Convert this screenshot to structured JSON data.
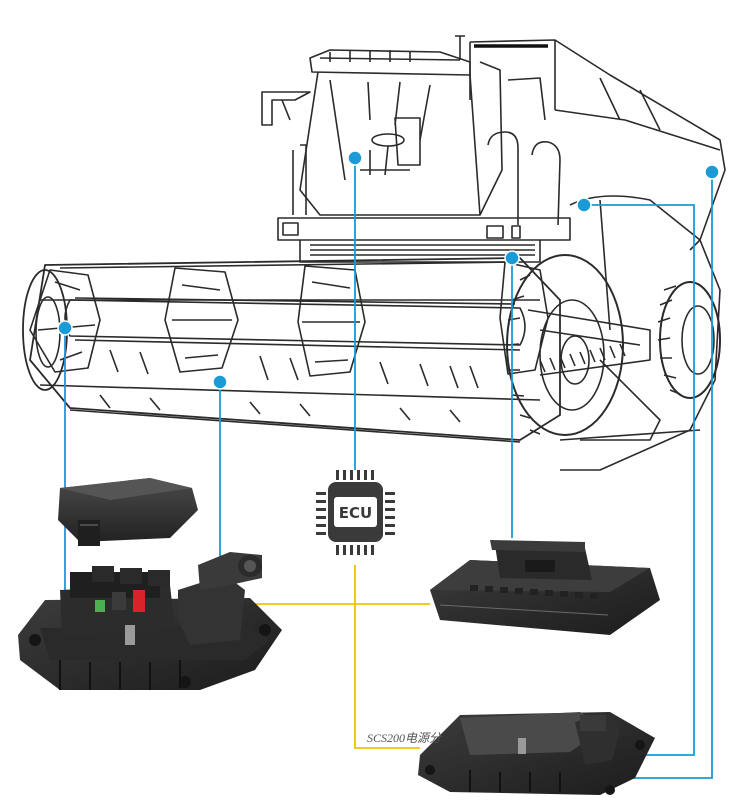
{
  "diagram": {
    "ecu_chip_label": "ECU",
    "caption_text": "SCS200电源分",
    "colors": {
      "signal_line": "#1a9ad6",
      "power_line": "#f2c200",
      "outline": "#2b2b2b",
      "module_dark": "#262626",
      "module_mid": "#3a3a3a",
      "fuse_red": "#d8232a",
      "fuse_green": "#4caf50"
    },
    "nodes": [
      {
        "id": "cab-sensor",
        "icon": "dot"
      },
      {
        "id": "header-left-sensor",
        "icon": "dot"
      },
      {
        "id": "header-mid-sensor",
        "icon": "dot"
      },
      {
        "id": "engine-sensor",
        "icon": "dot"
      },
      {
        "id": "rear-sensor-1",
        "icon": "dot"
      },
      {
        "id": "rear-sensor-2",
        "icon": "dot"
      }
    ],
    "modules": [
      {
        "id": "power-distribution-box"
      },
      {
        "id": "connector-controller"
      },
      {
        "id": "power-module-scs200"
      }
    ]
  }
}
